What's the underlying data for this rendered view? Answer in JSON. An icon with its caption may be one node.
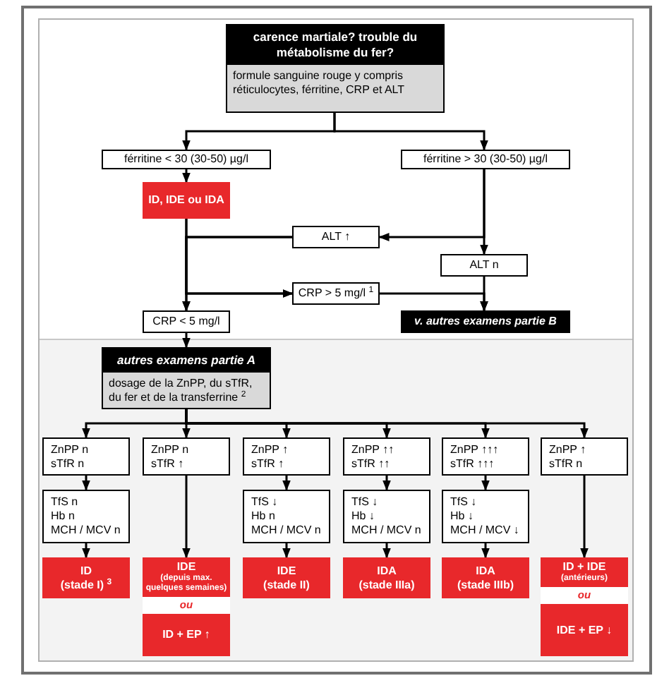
{
  "diagram": {
    "nodes": [
      {
        "text": [
          "carence martiale? trouble du métabolisme du fer?",
          "formule sanguine rouge y compris réticulocytes, férritine, CRP et ALT"
        ]
      },
      {
        "text": [
          "férritine < 30 (30-50) µg/l"
        ]
      },
      {
        "text": [
          "férritine > 30 (30-50) µg/l"
        ]
      },
      {
        "text": [
          "ID, IDE ou IDA"
        ]
      },
      {
        "text": [
          "ALT ↑"
        ]
      },
      {
        "text": [
          "ALT n"
        ]
      },
      {
        "text": [
          "CRP > 5 mg/l $^{1}$"
        ]
      },
      {
        "text": [
          "CRP < 5 mg/l"
        ]
      },
      {
        "text": [
          "v. autres examens partie B"
        ]
      },
      {
        "text": [
          "autres examens partie A",
          "dosage de la ZnPP, du sTfR, du fer et de la transferrine $^{2}$"
        ]
      },
      {
        "text": [
          "ZnPP n",
          "sTfR n"
        ]
      },
      {
        "text": [
          "ZnPP n",
          "sTfR ↑"
        ]
      },
      {
        "text": [
          "ZnPP ↑",
          "sTfR ↑"
        ]
      },
      {
        "text": [
          "ZnPP ↑↑",
          "sTfR ↑↑"
        ]
      },
      {
        "text": [
          "ZnPP ↑↑↑",
          "sTfR ↑↑↑"
        ]
      },
      {
        "text": [
          "ZnPP ↑",
          "sTfR n"
        ]
      },
      {
        "text": [
          "TfS n",
          "Hb n",
          "MCH / MCV n"
        ]
      },
      {
        "text": [
          "TfS ↓",
          "Hb n",
          "MCH / MCV n"
        ]
      },
      {
        "text": [
          "TfS ↓",
          "Hb ↓",
          "MCH / MCV n"
        ]
      },
      {
        "text": [
          "TfS ↓",
          "Hb ↓",
          "MCH / MCV ↓"
        ]
      },
      {
        "text": [
          "ID",
          "(stade I) $^{3}$"
        ]
      },
      {
        "text": [
          "IDE",
          "(depuis max. quelques semaines)",
          "ou",
          "ID + EP ↑"
        ]
      },
      {
        "text": [
          "IDE",
          "(stade II)"
        ]
      },
      {
        "text": [
          "IDA",
          "(stade IIIa)"
        ]
      },
      {
        "text": [
          "IDA",
          "(stade IIIb)"
        ]
      },
      {
        "text": [
          "ID + IDE",
          "(antérieurs)",
          "ou",
          "IDE + EP ↓"
        ]
      }
    ],
    "edges": [
      {
        "from": 0,
        "to": 1,
        "arrow": "to"
      },
      {
        "from": 0,
        "to": 2,
        "arrow": "to"
      },
      {
        "from": 1,
        "to": 3,
        "arrow": "to"
      },
      {
        "from": 2,
        "to": 4,
        "arrow": "to"
      },
      {
        "from": 2,
        "to": 5,
        "arrow": "to"
      },
      {
        "from": 3,
        "to": 7,
        "arrow": "to"
      },
      {
        "from": 4,
        "to": 7,
        "arrow": "to"
      },
      {
        "from": 3,
        "to": 6,
        "arrow": "to"
      },
      {
        "from": 4,
        "to": 6,
        "arrow": "to"
      },
      {
        "from": 6,
        "to": 8,
        "arrow": "to"
      },
      {
        "from": 5,
        "to": 8,
        "arrow": "to"
      },
      {
        "from": 7,
        "to": 9,
        "arrow": "to"
      },
      {
        "from": 9,
        "to": 10,
        "arrow": "to"
      },
      {
        "from": 9,
        "to": 11,
        "arrow": "to"
      },
      {
        "from": 9,
        "to": 12,
        "arrow": "to"
      },
      {
        "from": 9,
        "to": 13,
        "arrow": "to"
      },
      {
        "from": 9,
        "to": 14,
        "arrow": "to"
      },
      {
        "from": 9,
        "to": 15,
        "arrow": "to"
      },
      {
        "from": 10,
        "to": 16,
        "arrow": "to"
      },
      {
        "from": 12,
        "to": 17,
        "arrow": "to"
      },
      {
        "from": 13,
        "to": 18,
        "arrow": "to"
      },
      {
        "from": 14,
        "to": 19,
        "arrow": "to"
      },
      {
        "from": 16,
        "to": 20,
        "arrow": "to"
      },
      {
        "from": 11,
        "to": 21,
        "arrow": "to"
      },
      {
        "from": 17,
        "to": 22,
        "arrow": "to"
      },
      {
        "from": 18,
        "to": 23,
        "arrow": "to"
      },
      {
        "from": 19,
        "to": 24,
        "arrow": "to"
      },
      {
        "from": 15,
        "to": 25,
        "arrow": "to"
      }
    ]
  }
}
